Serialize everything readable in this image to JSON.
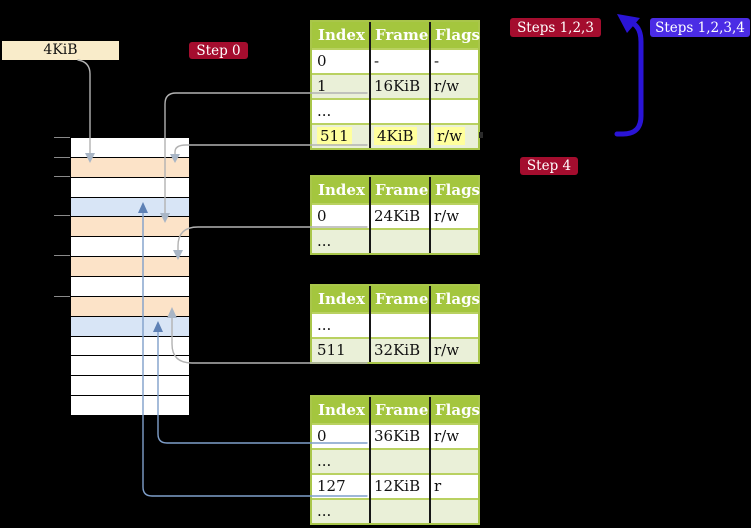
{
  "colors": {
    "bg": "#000000",
    "cream": "#f9ecca",
    "red": "#a40d2e",
    "violet": "#4b2ce5",
    "peach": "#fce3c8",
    "bluerow": "#d8e5f6",
    "lgreen": "#eaf0d8",
    "hdr": "#a4c63e",
    "tborder": "#a9c64a",
    "sep": "#b9d161",
    "hilite": "#ffff9d",
    "grayline": "#b2b2b2",
    "grayhead": "#a9b6c6",
    "blueline": "#7f9fca",
    "bluehead": "#5e81b5",
    "bigblue": "#2a14d6"
  },
  "memory_label": {
    "text": "4KiB"
  },
  "badges": {
    "step0": {
      "label": "Step 0"
    },
    "steps123": {
      "label": "Steps 1,2,3"
    },
    "steps1234": {
      "label": "Steps 1,2,3,4"
    },
    "step4": {
      "label": "Step 4"
    }
  },
  "memory_strip": {
    "row_colors": [
      "white",
      "peach",
      "white",
      "blue",
      "peach",
      "white",
      "peach",
      "white",
      "peach",
      "blue",
      "white",
      "white",
      "white",
      "white"
    ],
    "tick_positions_y": [
      137,
      157,
      176,
      215,
      255,
      296
    ]
  },
  "page_tables": [
    {
      "name": "table-steps-123",
      "headers": [
        "Index",
        "Frame",
        "Flags"
      ],
      "rows": [
        {
          "cells": [
            "0",
            "-",
            "-"
          ],
          "shaded": false,
          "highlighted": false
        },
        {
          "cells": [
            "1",
            "16KiB",
            "r/w"
          ],
          "shaded": true,
          "highlighted": false
        },
        {
          "cells": [
            "...",
            "",
            ""
          ],
          "shaded": false,
          "highlighted": false
        },
        {
          "cells": [
            "511",
            "4KiB",
            "r/w"
          ],
          "shaded": true,
          "highlighted": true
        }
      ]
    },
    {
      "name": "table-step-4a",
      "headers": [
        "Index",
        "Frame",
        "Flags"
      ],
      "rows": [
        {
          "cells": [
            "0",
            "24KiB",
            "r/w"
          ],
          "shaded": false,
          "highlighted": false
        },
        {
          "cells": [
            "...",
            "",
            ""
          ],
          "shaded": true,
          "highlighted": false
        }
      ]
    },
    {
      "name": "table-step-4b",
      "headers": [
        "Index",
        "Frame",
        "Flags"
      ],
      "rows": [
        {
          "cells": [
            "...",
            "",
            ""
          ],
          "shaded": false,
          "highlighted": false
        },
        {
          "cells": [
            "511",
            "32KiB",
            "r/w"
          ],
          "shaded": true,
          "highlighted": false
        }
      ]
    },
    {
      "name": "table-step-4c",
      "headers": [
        "Index",
        "Frame",
        "Flags"
      ],
      "rows": [
        {
          "cells": [
            "0",
            "36KiB",
            "r/w"
          ],
          "shaded": false,
          "highlighted": false
        },
        {
          "cells": [
            "...",
            "",
            ""
          ],
          "shaded": true,
          "highlighted": false
        },
        {
          "cells": [
            "127",
            "12KiB",
            "r"
          ],
          "shaded": false,
          "highlighted": false
        },
        {
          "cells": [
            "...",
            "",
            ""
          ],
          "shaded": true,
          "highlighted": false
        }
      ]
    }
  ]
}
